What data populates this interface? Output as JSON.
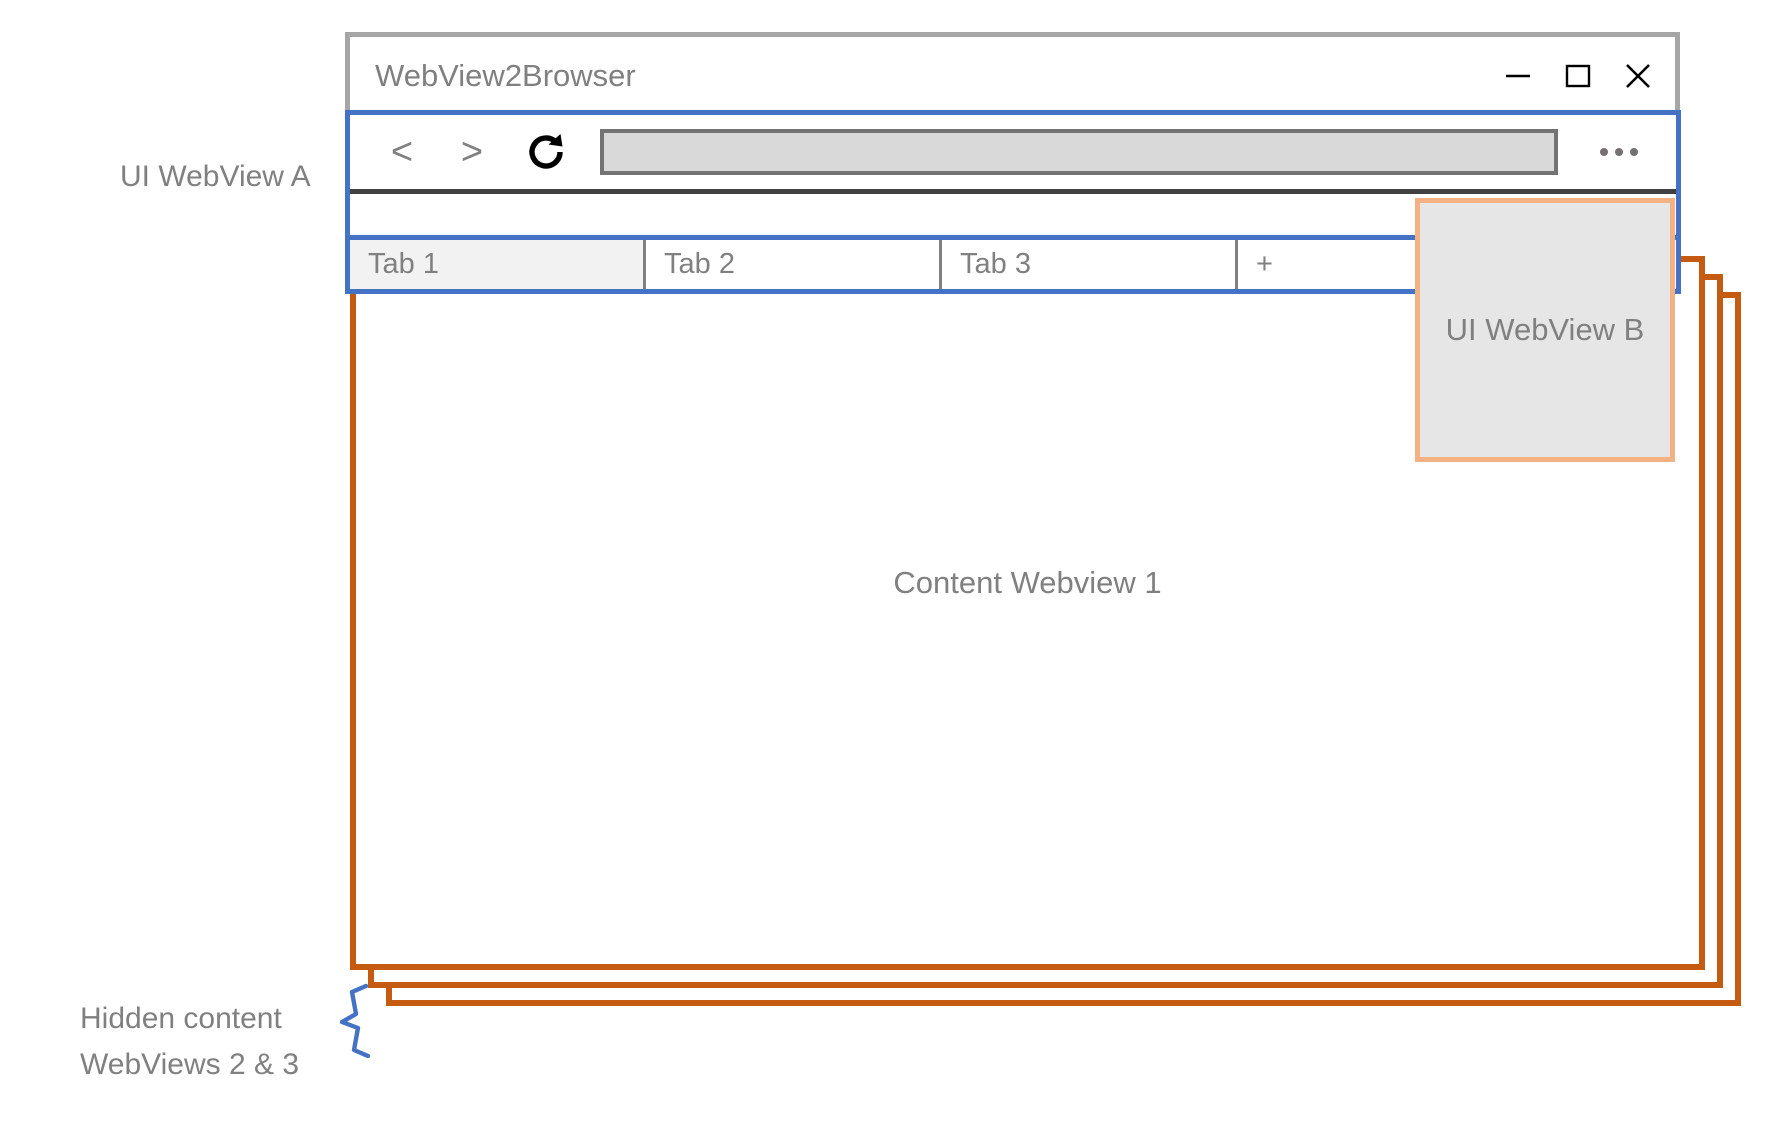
{
  "annotations": {
    "ui_webview_a_label": "UI WebView A",
    "hidden_content_line1": "Hidden content",
    "hidden_content_line2": "WebViews 2 & 3",
    "brace_icon": "curly-brace-icon"
  },
  "window": {
    "title": "WebView2Browser",
    "controls": [
      {
        "name": "minimize",
        "glyph": "minimize-icon"
      },
      {
        "name": "maximize",
        "glyph": "maximize-icon"
      },
      {
        "name": "close",
        "glyph": "close-icon"
      }
    ]
  },
  "toolbar": {
    "back_label": "<",
    "back_icon": "chevron-left-icon",
    "forward_label": ">",
    "forward_icon": "chevron-right-icon",
    "reload_icon": "reload-icon",
    "address_value": "",
    "address_placeholder": "",
    "menu_icon": "more-options-icon"
  },
  "tabs": [
    {
      "label": "Tab 1",
      "active": true
    },
    {
      "label": "Tab 2",
      "active": false
    },
    {
      "label": "Tab 3",
      "active": false
    },
    {
      "label": "+",
      "active": false
    }
  ],
  "content": {
    "webview_1_label": "Content Webview 1"
  },
  "popup": {
    "ui_webview_b_label": "UI WebView B"
  },
  "colors": {
    "ui_webview_a_border": "#4472c4",
    "content_frame_border": "#c55a11",
    "ui_webview_b_border": "#f4b183",
    "ui_webview_b_fill": "#e7e6e6",
    "window_border": "#a6a6a6",
    "text_gray": "#808080",
    "brace_blue": "#4472c4",
    "address_fill": "#d9d9d9",
    "address_border": "#737373",
    "active_tab_fill": "#f2f2f2"
  }
}
